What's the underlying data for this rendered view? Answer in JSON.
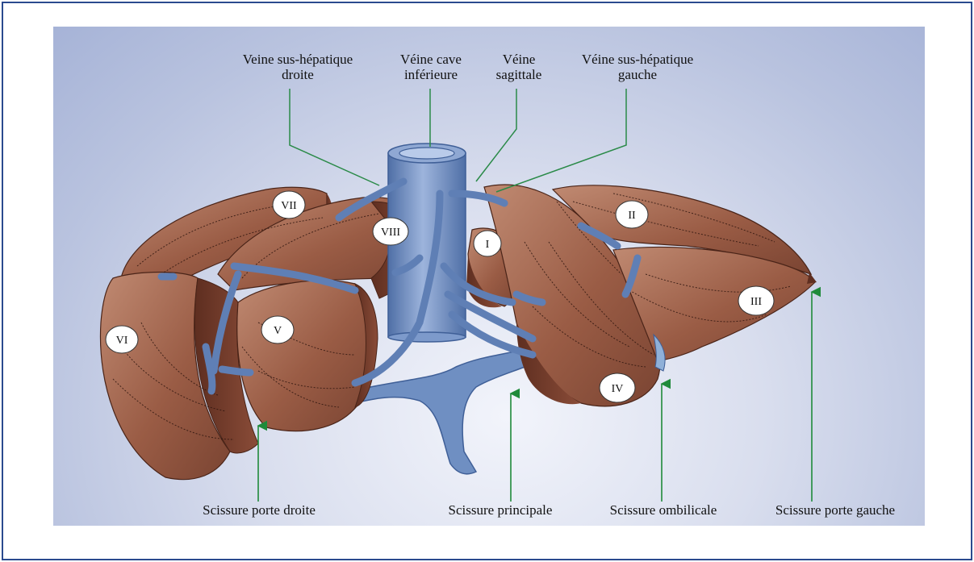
{
  "labels": {
    "veine_sus_hepatique_droite": [
      "Veine sus-hépatique",
      "droite"
    ],
    "veine_cave_inferieure": [
      "Véine cave",
      "inférieure"
    ],
    "veine_sagittale": [
      "Véine",
      "sagittale"
    ],
    "veine_sus_hepatique_gauche": [
      "Véine sus-hépatique",
      "gauche"
    ],
    "scissure_porte_droite": "Scissure porte droite",
    "scissure_principale": "Scissure principale",
    "scissure_ombilicale": "Scissure ombilicale",
    "scissure_porte_gauche": "Scissure porte gauche"
  },
  "segments": {
    "I": "I",
    "II": "II",
    "III": "III",
    "IV": "IV",
    "V": "V",
    "VI": "VI",
    "VII": "VII",
    "VIII": "VIII"
  },
  "colors": {
    "liver": "#9a5c45",
    "liver_light": "#b57a62",
    "liver_dark": "#6e3a2a",
    "vein": "#6f8fc2",
    "vein_dark": "#3f5f97",
    "leader": "#1e7f3a",
    "arrow": "#1f8a3a",
    "frame": "#2a4a8e"
  }
}
